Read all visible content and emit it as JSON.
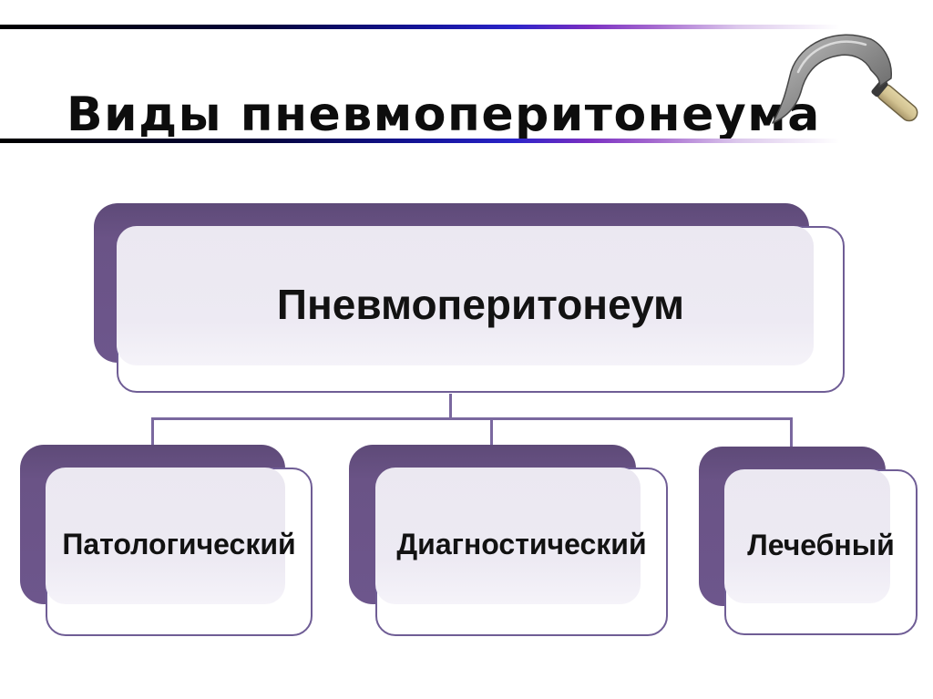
{
  "slide": {
    "title": "Виды пневмоперитонеума",
    "header": {
      "icon": "sickle-icon"
    },
    "diagram": {
      "root": {
        "label": "Пневмоперитонеум"
      },
      "children": [
        {
          "label": "Патологический"
        },
        {
          "label": "Диагностический"
        },
        {
          "label": "Лечебный"
        }
      ]
    },
    "colors": {
      "shadow_purple": "#6a5386",
      "border_purple": "#6f5d95",
      "panel_lavender": "#ebe8f1",
      "connector_purple": "#7a689f",
      "rule_gradient_start": "#000000",
      "rule_gradient_blue": "#2b24c9",
      "rule_gradient_violet": "#7a2fc2",
      "rule_gradient_end": "#ffffff",
      "sickle_blade_gray": "#8c8c8c",
      "sickle_handle_tan": "#d2c291"
    }
  }
}
